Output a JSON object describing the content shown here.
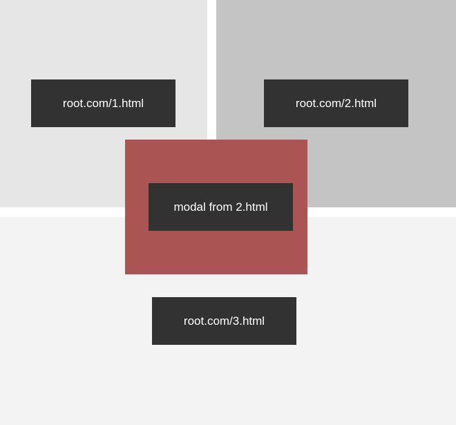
{
  "pages": [
    {
      "id": "page-1",
      "label": "root.com/1.html",
      "color": "#e6e6e6"
    },
    {
      "id": "page-2",
      "label": "root.com/2.html",
      "color": "#c4c4c4"
    },
    {
      "id": "page-3",
      "label": "root.com/3.html",
      "color": "#f3f3f3"
    }
  ],
  "modal": {
    "label": "modal from 2.html",
    "color": "#ab5454"
  },
  "label_color": "#323232",
  "label_text_color": "#ffffff"
}
